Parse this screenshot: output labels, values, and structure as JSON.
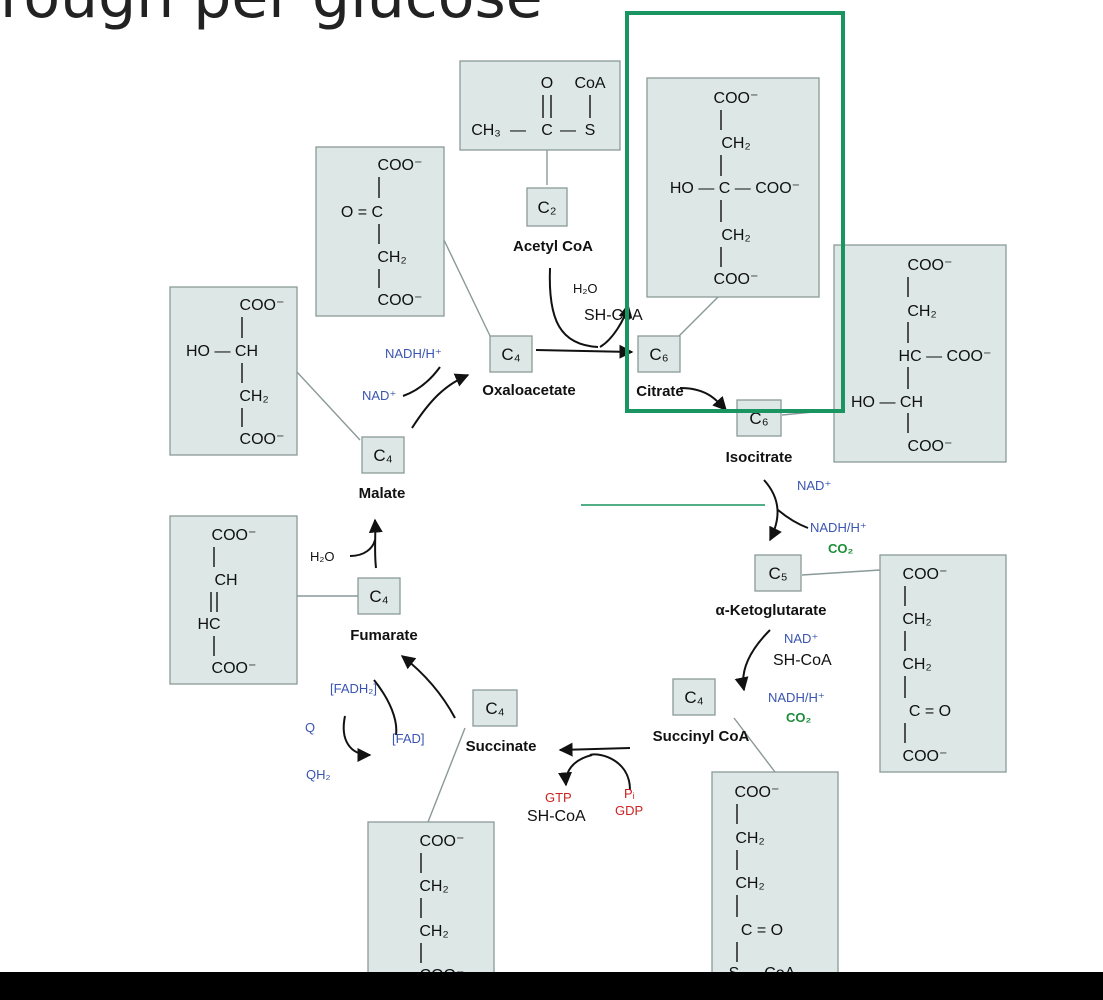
{
  "header": {
    "title_fragment": "rough per glucose"
  },
  "colors": {
    "box_fill": "#dde8e6",
    "box_stroke": "#8a9a98",
    "line": "#111111",
    "cofactor_blue": "#3a55b0",
    "co2_green": "#1e8c3a",
    "gtp_red": "#cc2222",
    "highlight": "#1a9460"
  },
  "carbon_labels": {
    "acetyl": "C₂",
    "oxaloacetate": "C₄",
    "citrate": "C₆",
    "isocitrate": "C₆",
    "ketoglutarate": "C₅",
    "succinyl": "C₄",
    "succinate": "C₄",
    "fumarate": "C₄",
    "malate": "C₄"
  },
  "names": {
    "acetyl": "Acetyl CoA",
    "oxaloacetate": "Oxaloacetate",
    "citrate": "Citrate",
    "isocitrate": "Isocitrate",
    "ketoglutarate": "α-Ketoglutarate",
    "succinyl": "Succinyl CoA",
    "succinate": "Succinate",
    "fumarate": "Fumarate",
    "malate": "Malate"
  },
  "cofactors": {
    "h2o_citrate": "H₂O",
    "shcoa_citrate": "SH-CoA",
    "nad_iso": "NAD⁺",
    "nadh_iso": "NADH/H⁺",
    "co2_iso": "CO₂",
    "nad_akg": "NAD⁺",
    "shcoa_akg": "SH-CoA",
    "nadh_akg": "NADH/H⁺",
    "co2_akg": "CO₂",
    "pi": "Pᵢ",
    "gdp": "GDP",
    "gtp": "GTP",
    "shcoa_suc": "SH-CoA",
    "fadh2": "[FADH₂]",
    "fad": "[FAD]",
    "q": "Q",
    "qh2": "QH₂",
    "h2o_fum": "H₂O",
    "nadh_mal": "NADH/H⁺",
    "nad_mal": "NAD⁺"
  },
  "structures": {
    "acetyl": {
      "o": "O",
      "coa": "CoA",
      "ch3": "CH₃",
      "c": "C",
      "s": "S",
      "dash": "—"
    },
    "citrate": [
      "COO⁻",
      "CH₂",
      "HO — C — COO⁻",
      "CH₂",
      "COO⁻"
    ],
    "isocitrate": [
      "COO⁻",
      "CH₂",
      "HC — COO⁻",
      "HO — CH",
      "COO⁻"
    ],
    "oxaloacetate": [
      "COO⁻",
      "O = C",
      "CH₂",
      "COO⁻"
    ],
    "malate": [
      "COO⁻",
      "HO — CH",
      "CH₂",
      "COO⁻"
    ],
    "fumarate": [
      "COO⁻",
      "CH",
      "HC",
      "COO⁻"
    ],
    "ketoglutarate": [
      "COO⁻",
      "CH₂",
      "CH₂",
      "C = O",
      "COO⁻"
    ],
    "succinyl": [
      "COO⁻",
      "CH₂",
      "CH₂",
      "C = O",
      "S — CoA"
    ],
    "succinate": [
      "COO⁻",
      "CH₂",
      "CH₂",
      "COO⁻"
    ]
  }
}
